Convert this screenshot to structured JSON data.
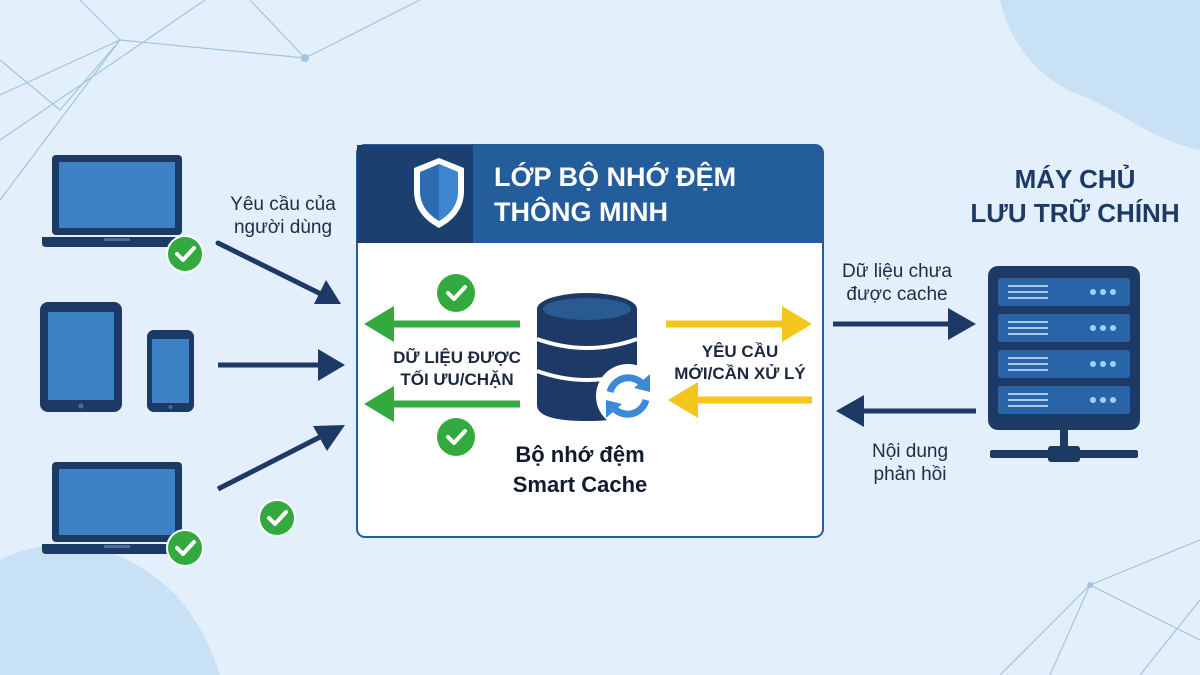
{
  "labels": {
    "user_request": [
      "Yêu cầu của",
      "người dùng"
    ],
    "optimized_data": [
      "DỮ LIỆU ĐƯỢC",
      "TỐI ƯU/CHẶN"
    ],
    "new_request": [
      "YÊU CẦU",
      "MỚI/CẦN XỬ LÝ"
    ],
    "not_cached": [
      "Dữ liệu chưa",
      "được cache"
    ],
    "response": [
      "Nội dung",
      "phản hồi"
    ]
  },
  "panel": {
    "title": [
      "LỚP BỘ NHỚ ĐỆM",
      "THÔNG MINH"
    ]
  },
  "cache": {
    "caption": [
      "Bộ nhớ đệm",
      "Smart Cache"
    ]
  },
  "server": {
    "title": [
      "MÁY CHỦ",
      "LƯU TRỮ CHÍNH"
    ]
  },
  "icons": [
    "laptop-icon",
    "tablet-icon",
    "phone-icon",
    "shield-icon",
    "database-icon",
    "refresh-icon",
    "server-icon",
    "check-icon"
  ],
  "colors": {
    "background": "#e3effa",
    "navy": "#1d3a66",
    "panel_header": "#245d9c",
    "green": "#33a93f",
    "yellow": "#f4c51a",
    "server_blue": "#2a64a8"
  }
}
